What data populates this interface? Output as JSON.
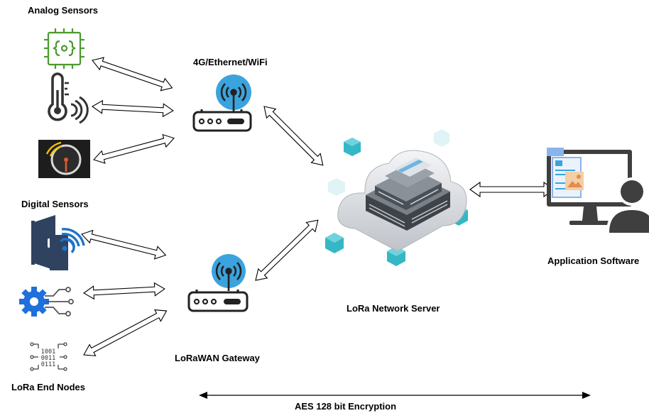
{
  "labels": {
    "analog_sensors": "Analog Sensors",
    "digital_sensors": "Digital Sensors",
    "lora_end_nodes": "LoRa End Nodes",
    "connectivity": "4G/Ethernet/WiFi",
    "lorawan_gateway": "LoRaWAN Gateway",
    "network_server": "LoRa Network Server",
    "application_software": "Application Software",
    "encryption": "AES 128 bit Encryption"
  },
  "node_binary": [
    "1001",
    "0011",
    "0111"
  ],
  "colors": {
    "chip_green": "#4a9a2e",
    "gateway_blue": "#3ba3dd",
    "cube_teal": "#35b7c6",
    "door_navy": "#2f4360",
    "wifi_blue": "#1e73c8",
    "gear_blue": "#1f6fdc",
    "dark_icon": "#333333"
  },
  "icons": [
    "circuit-chip-icon",
    "thermometer-icon",
    "gauge-icon",
    "smart-door-icon",
    "gear-network-icon",
    "binary-node-icon",
    "router-icon",
    "cloud-server-icon",
    "computer-user-icon"
  ]
}
